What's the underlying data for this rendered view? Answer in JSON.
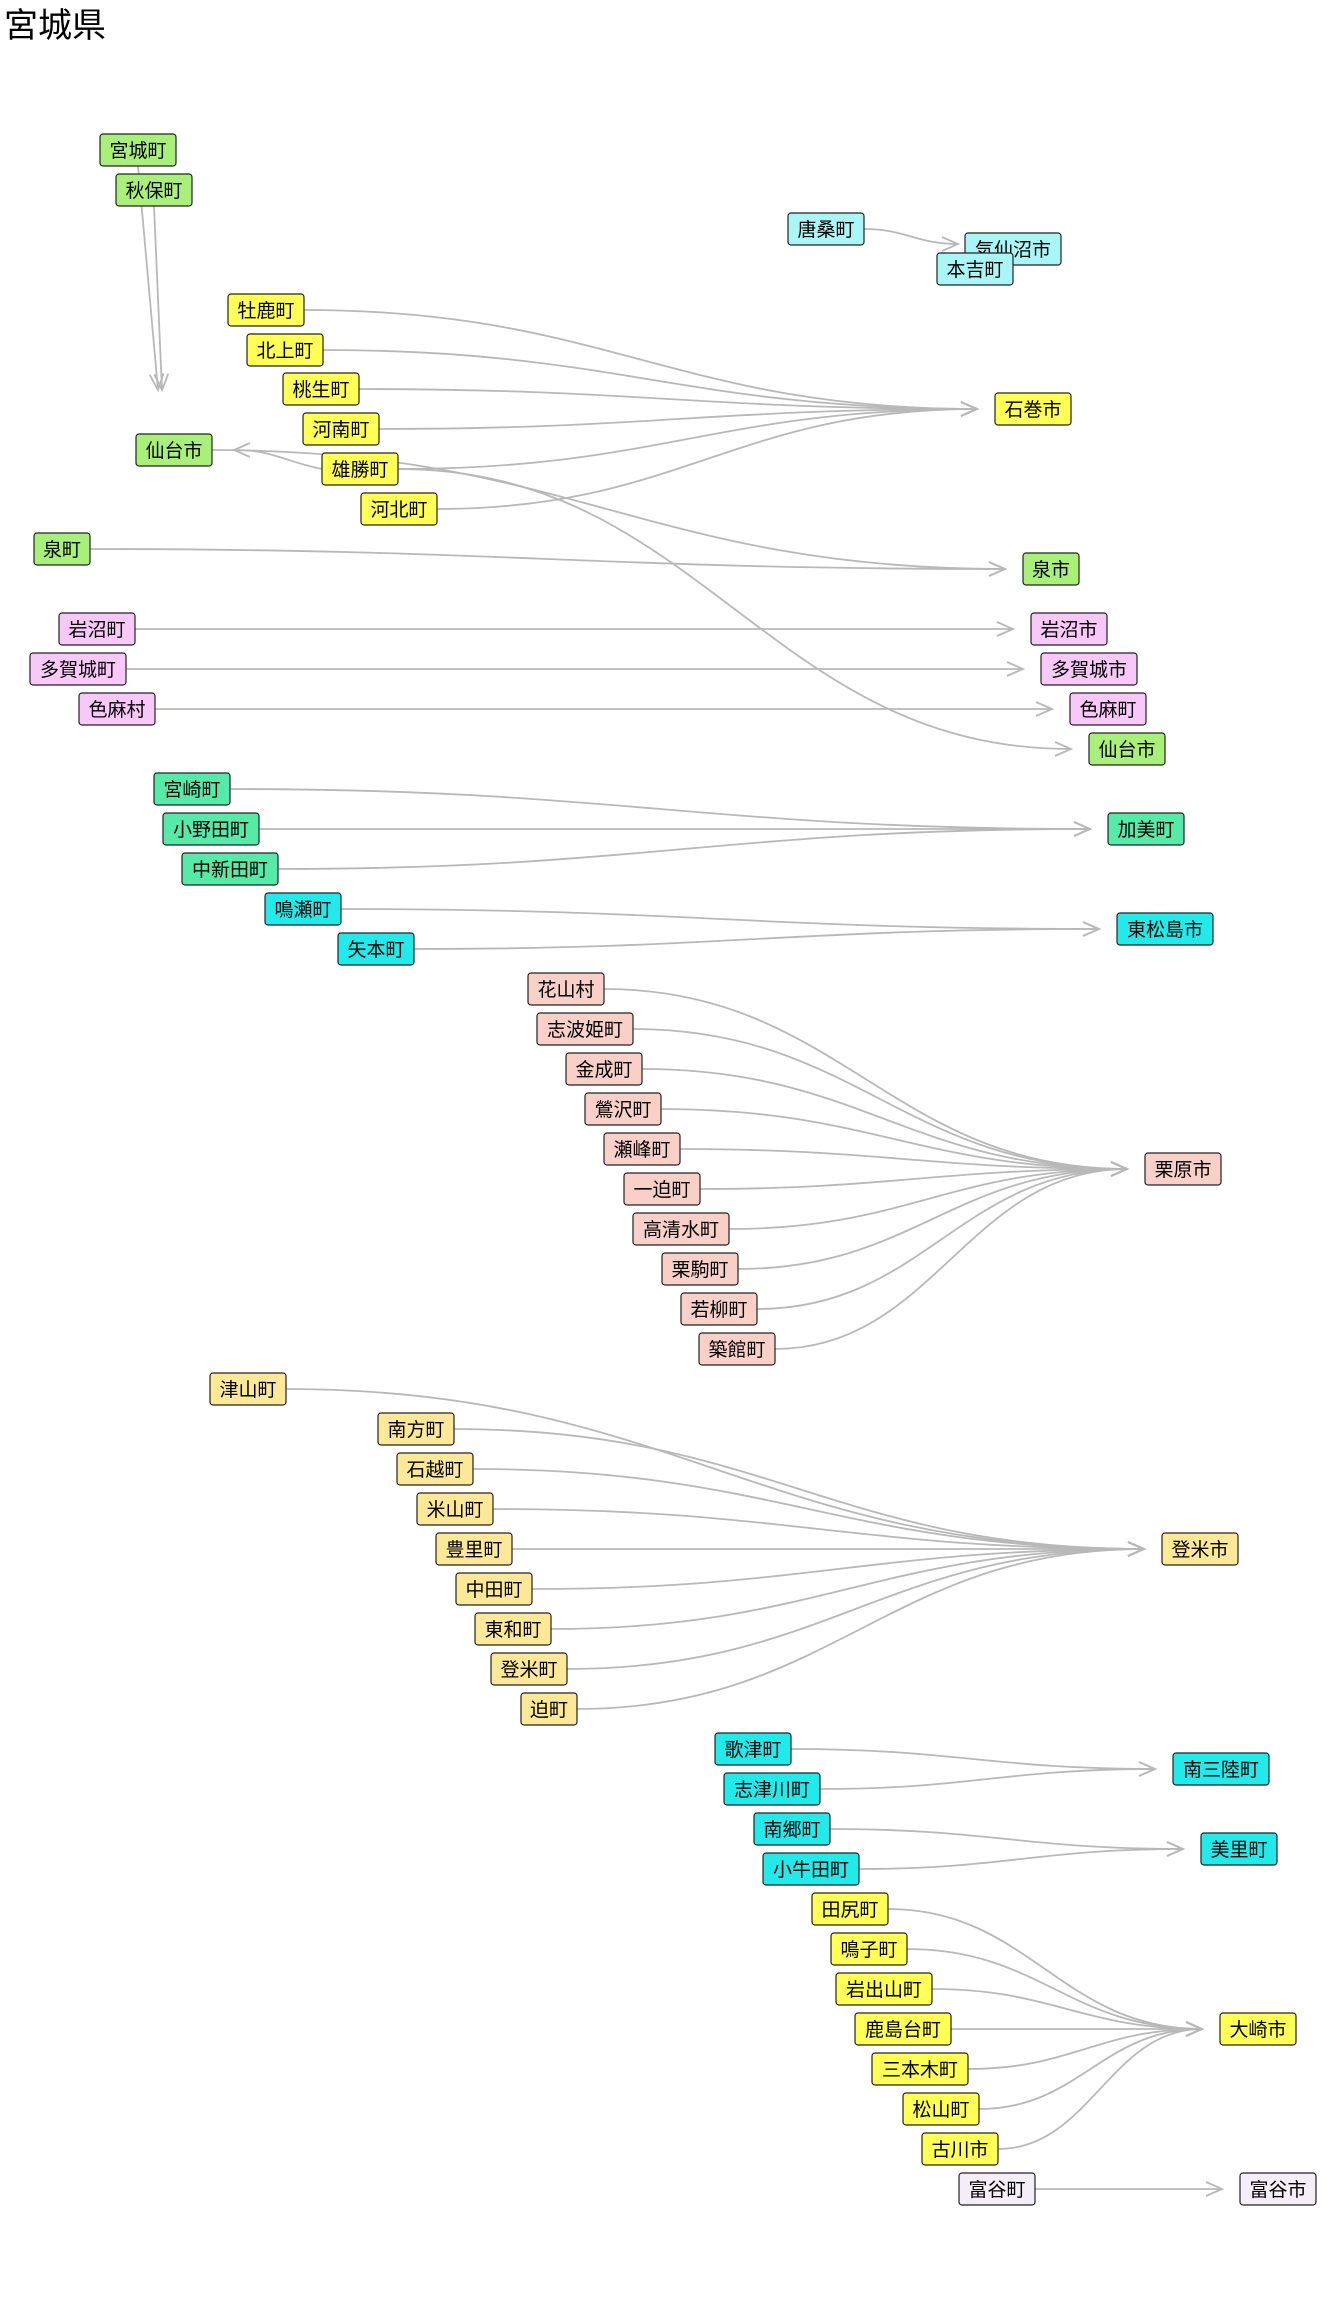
{
  "title": "宮城県",
  "colors": {
    "green": "#a8f07a",
    "cyan": "#aaf5f5",
    "yellow": "#ffff55",
    "pink": "#f8c8f8",
    "teal": "#55eaa8",
    "aqua": "#22eaea",
    "salmon": "#f8d0c8",
    "khaki": "#fde898",
    "lavender": "#f4eef8",
    "edge": "#b8b8b8"
  },
  "nodes": [
    {
      "id": "miyagi",
      "label": "宮城町",
      "color": "green"
    },
    {
      "id": "akiu",
      "label": "秋保町",
      "color": "green"
    },
    {
      "id": "sendai_l",
      "label": "仙台市",
      "color": "green"
    },
    {
      "id": "izumi_t",
      "label": "泉町",
      "color": "green"
    },
    {
      "id": "izumi_c",
      "label": "泉市",
      "color": "green"
    },
    {
      "id": "sendai_r",
      "label": "仙台市",
      "color": "green"
    },
    {
      "id": "karakuwa",
      "label": "唐桑町",
      "color": "cyan"
    },
    {
      "id": "kesennuma",
      "label": "気仙沼市",
      "color": "cyan"
    },
    {
      "id": "motoyoshi",
      "label": "本吉町",
      "color": "cyan"
    },
    {
      "id": "oshika",
      "label": "牡鹿町",
      "color": "yellow"
    },
    {
      "id": "kitakami",
      "label": "北上町",
      "color": "yellow"
    },
    {
      "id": "monou",
      "label": "桃生町",
      "color": "yellow"
    },
    {
      "id": "kanan",
      "label": "河南町",
      "color": "yellow"
    },
    {
      "id": "ogatsu",
      "label": "雄勝町",
      "color": "yellow"
    },
    {
      "id": "kahoku",
      "label": "河北町",
      "color": "yellow"
    },
    {
      "id": "ishinomaki",
      "label": "石巻市",
      "color": "yellow"
    },
    {
      "id": "iwanuma_t",
      "label": "岩沼町",
      "color": "pink"
    },
    {
      "id": "tagajo_t",
      "label": "多賀城町",
      "color": "pink"
    },
    {
      "id": "shikama_v",
      "label": "色麻村",
      "color": "pink"
    },
    {
      "id": "iwanuma_c",
      "label": "岩沼市",
      "color": "pink"
    },
    {
      "id": "tagajo_c",
      "label": "多賀城市",
      "color": "pink"
    },
    {
      "id": "shikama_t",
      "label": "色麻町",
      "color": "pink"
    },
    {
      "id": "miyazaki",
      "label": "宮崎町",
      "color": "teal"
    },
    {
      "id": "onoda",
      "label": "小野田町",
      "color": "teal"
    },
    {
      "id": "nakaniida",
      "label": "中新田町",
      "color": "teal"
    },
    {
      "id": "kami",
      "label": "加美町",
      "color": "teal"
    },
    {
      "id": "naruse",
      "label": "鳴瀬町",
      "color": "aqua"
    },
    {
      "id": "yamoto",
      "label": "矢本町",
      "color": "aqua"
    },
    {
      "id": "higashimatsushima",
      "label": "東松島市",
      "color": "aqua"
    },
    {
      "id": "hanayama",
      "label": "花山村",
      "color": "salmon"
    },
    {
      "id": "shiwahime",
      "label": "志波姫町",
      "color": "salmon"
    },
    {
      "id": "kannari",
      "label": "金成町",
      "color": "salmon"
    },
    {
      "id": "uguisuzawa",
      "label": "鶯沢町",
      "color": "salmon"
    },
    {
      "id": "semine",
      "label": "瀬峰町",
      "color": "salmon"
    },
    {
      "id": "ichihasama",
      "label": "一迫町",
      "color": "salmon"
    },
    {
      "id": "takashimizu",
      "label": "高清水町",
      "color": "salmon"
    },
    {
      "id": "kurikoma",
      "label": "栗駒町",
      "color": "salmon"
    },
    {
      "id": "wakayanagi",
      "label": "若柳町",
      "color": "salmon"
    },
    {
      "id": "tsukidate",
      "label": "築館町",
      "color": "salmon"
    },
    {
      "id": "kurihara",
      "label": "栗原市",
      "color": "salmon"
    },
    {
      "id": "tsuyama",
      "label": "津山町",
      "color": "khaki"
    },
    {
      "id": "minamikata",
      "label": "南方町",
      "color": "khaki"
    },
    {
      "id": "ishikoshi",
      "label": "石越町",
      "color": "khaki"
    },
    {
      "id": "yoneyama",
      "label": "米山町",
      "color": "khaki"
    },
    {
      "id": "toyoma",
      "label": "豊里町",
      "color": "khaki"
    },
    {
      "id": "nakada",
      "label": "中田町",
      "color": "khaki"
    },
    {
      "id": "towa",
      "label": "東和町",
      "color": "khaki"
    },
    {
      "id": "tome_t",
      "label": "登米町",
      "color": "khaki"
    },
    {
      "id": "hasama",
      "label": "迫町",
      "color": "khaki"
    },
    {
      "id": "tome_c",
      "label": "登米市",
      "color": "khaki"
    },
    {
      "id": "utatsu",
      "label": "歌津町",
      "color": "aqua"
    },
    {
      "id": "shizugawa",
      "label": "志津川町",
      "color": "aqua"
    },
    {
      "id": "minamisanriku",
      "label": "南三陸町",
      "color": "aqua"
    },
    {
      "id": "nango",
      "label": "南郷町",
      "color": "aqua"
    },
    {
      "id": "kogota",
      "label": "小牛田町",
      "color": "aqua"
    },
    {
      "id": "misato",
      "label": "美里町",
      "color": "aqua"
    },
    {
      "id": "tajiri",
      "label": "田尻町",
      "color": "yellow"
    },
    {
      "id": "naruko",
      "label": "鳴子町",
      "color": "yellow"
    },
    {
      "id": "iwadeyama",
      "label": "岩出山町",
      "color": "yellow"
    },
    {
      "id": "kashimadai",
      "label": "鹿島台町",
      "color": "yellow"
    },
    {
      "id": "sanbongi",
      "label": "三本木町",
      "color": "yellow"
    },
    {
      "id": "matsuyama",
      "label": "松山町",
      "color": "yellow"
    },
    {
      "id": "furukawa",
      "label": "古川市",
      "color": "yellow"
    },
    {
      "id": "osaki",
      "label": "大崎市",
      "color": "yellow"
    },
    {
      "id": "tomiya_t",
      "label": "富谷町",
      "color": "lavender"
    },
    {
      "id": "tomiya_c",
      "label": "富谷市",
      "color": "lavender"
    }
  ],
  "edges": [
    {
      "from": "miyagi",
      "to": "sendai_l"
    },
    {
      "from": "akiu",
      "to": "sendai_l"
    },
    {
      "from": "karakuwa",
      "to": "kesennuma"
    },
    {
      "from": "oshika",
      "to": "ishinomaki"
    },
    {
      "from": "kitakami",
      "to": "ishinomaki"
    },
    {
      "from": "monou",
      "to": "ishinomaki"
    },
    {
      "from": "kanan",
      "to": "ishinomaki"
    },
    {
      "from": "ogatsu",
      "to": "ishinomaki"
    },
    {
      "from": "kahoku",
      "to": "ishinomaki"
    },
    {
      "from": "ogatsu",
      "to": "sendai_l"
    },
    {
      "from": "sendai_l",
      "to": "izumi_c"
    },
    {
      "from": "izumi_t",
      "to": "izumi_c"
    },
    {
      "from": "ogatsu",
      "to": "sendai_r"
    },
    {
      "from": "iwanuma_t",
      "to": "iwanuma_c"
    },
    {
      "from": "tagajo_t",
      "to": "tagajo_c"
    },
    {
      "from": "shikama_v",
      "to": "shikama_t"
    },
    {
      "from": "miyazaki",
      "to": "kami"
    },
    {
      "from": "onoda",
      "to": "kami"
    },
    {
      "from": "nakaniida",
      "to": "kami"
    },
    {
      "from": "naruse",
      "to": "higashimatsushima"
    },
    {
      "from": "yamoto",
      "to": "higashimatsushima"
    },
    {
      "from": "hanayama",
      "to": "kurihara"
    },
    {
      "from": "shiwahime",
      "to": "kurihara"
    },
    {
      "from": "kannari",
      "to": "kurihara"
    },
    {
      "from": "uguisuzawa",
      "to": "kurihara"
    },
    {
      "from": "semine",
      "to": "kurihara"
    },
    {
      "from": "ichihasama",
      "to": "kurihara"
    },
    {
      "from": "takashimizu",
      "to": "kurihara"
    },
    {
      "from": "kurikoma",
      "to": "kurihara"
    },
    {
      "from": "wakayanagi",
      "to": "kurihara"
    },
    {
      "from": "tsukidate",
      "to": "kurihara"
    },
    {
      "from": "tsuyama",
      "to": "tome_c"
    },
    {
      "from": "minamikata",
      "to": "tome_c"
    },
    {
      "from": "ishikoshi",
      "to": "tome_c"
    },
    {
      "from": "yoneyama",
      "to": "tome_c"
    },
    {
      "from": "toyoma",
      "to": "tome_c"
    },
    {
      "from": "nakada",
      "to": "tome_c"
    },
    {
      "from": "towa",
      "to": "tome_c"
    },
    {
      "from": "tome_t",
      "to": "tome_c"
    },
    {
      "from": "hasama",
      "to": "tome_c"
    },
    {
      "from": "utatsu",
      "to": "minamisanriku"
    },
    {
      "from": "shizugawa",
      "to": "minamisanriku"
    },
    {
      "from": "nango",
      "to": "misato"
    },
    {
      "from": "kogota",
      "to": "misato"
    },
    {
      "from": "tajiri",
      "to": "osaki"
    },
    {
      "from": "naruko",
      "to": "osaki"
    },
    {
      "from": "iwadeyama",
      "to": "osaki"
    },
    {
      "from": "kashimadai",
      "to": "osaki"
    },
    {
      "from": "sanbongi",
      "to": "osaki"
    },
    {
      "from": "matsuyama",
      "to": "osaki"
    },
    {
      "from": "furukawa",
      "to": "osaki"
    },
    {
      "from": "tomiya_t",
      "to": "tomiya_c"
    }
  ]
}
